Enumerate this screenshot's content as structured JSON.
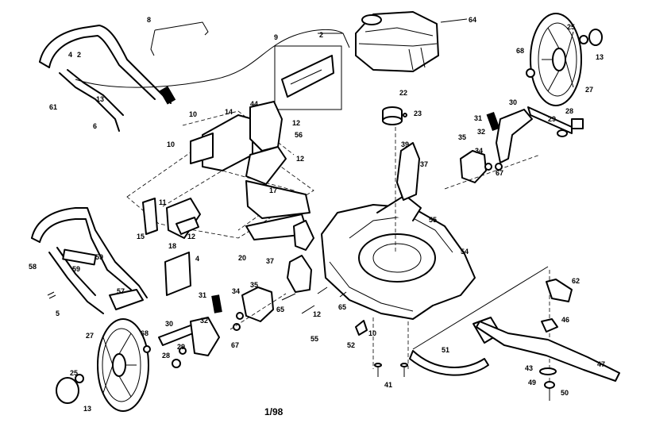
{
  "footer_text": "1/98",
  "callouts": [
    "64",
    "25",
    "13",
    "68",
    "27",
    "8",
    "2",
    "9",
    "4",
    "2",
    "13",
    "61",
    "6",
    "10",
    "14",
    "44",
    "12",
    "56",
    "12",
    "10",
    "17",
    "22",
    "23",
    "30",
    "31",
    "32",
    "29",
    "28",
    "39",
    "35",
    "34",
    "67",
    "37",
    "11",
    "12",
    "15",
    "18",
    "4",
    "20",
    "55",
    "58",
    "59",
    "59",
    "5",
    "37",
    "35",
    "31",
    "32",
    "65",
    "34",
    "57",
    "27",
    "68",
    "30",
    "29",
    "28",
    "25",
    "13",
    "67",
    "65",
    "12",
    "55",
    "10",
    "52",
    "54",
    "62",
    "46",
    "51",
    "41",
    "43",
    "49",
    "50",
    "47"
  ]
}
